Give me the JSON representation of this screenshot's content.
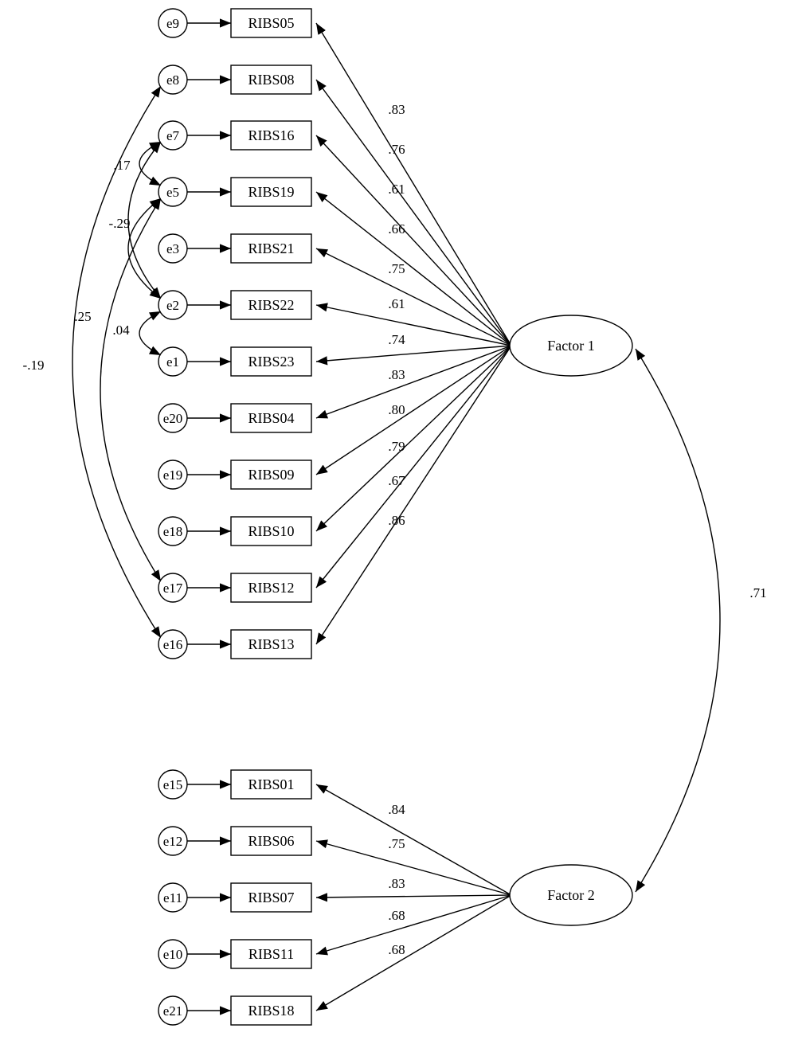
{
  "factors": [
    {
      "id": "f1",
      "label": "Factor 1"
    },
    {
      "id": "f2",
      "label": "Factor 2"
    }
  ],
  "indicators": [
    {
      "label": "RIBS05",
      "error": "e9",
      "loading": ".83",
      "factor": "f1"
    },
    {
      "label": "RIBS08",
      "error": "e8",
      "loading": ".76",
      "factor": "f1"
    },
    {
      "label": "RIBS16",
      "error": "e7",
      "loading": ".61",
      "factor": "f1"
    },
    {
      "label": "RIBS19",
      "error": "e5",
      "loading": ".66",
      "factor": "f1"
    },
    {
      "label": "RIBS21",
      "error": "e3",
      "loading": ".75",
      "factor": "f1"
    },
    {
      "label": "RIBS22",
      "error": "e2",
      "loading": ".61",
      "factor": "f1"
    },
    {
      "label": "RIBS23",
      "error": "e1",
      "loading": ".74",
      "factor": "f1"
    },
    {
      "label": "RIBS04",
      "error": "e20",
      "loading": ".83",
      "factor": "f1"
    },
    {
      "label": "RIBS09",
      "error": "e19",
      "loading": ".80",
      "factor": "f1"
    },
    {
      "label": "RIBS10",
      "error": "e18",
      "loading": ".79",
      "factor": "f1"
    },
    {
      "label": "RIBS12",
      "error": "e17",
      "loading": ".67",
      "factor": "f1"
    },
    {
      "label": "RIBS13",
      "error": "e16",
      "loading": ".86",
      "factor": "f1"
    },
    {
      "label": "RIBS01",
      "error": "e15",
      "loading": ".84",
      "factor": "f2"
    },
    {
      "label": "RIBS06",
      "error": "e12",
      "loading": ".75",
      "factor": "f2"
    },
    {
      "label": "RIBS07",
      "error": "e11",
      "loading": ".83",
      "factor": "f2"
    },
    {
      "label": "RIBS11",
      "error": "e10",
      "loading": ".68",
      "factor": "f2"
    },
    {
      "label": "RIBS18",
      "error": "e21",
      "loading": ".68",
      "factor": "f2"
    }
  ],
  "error_covariances": [
    {
      "from": "e7",
      "to": "e5",
      "value": ".17"
    },
    {
      "from": "e5",
      "to": "e2",
      "value": "-.29"
    },
    {
      "from": "e7",
      "to": "e2",
      "value": ""
    },
    {
      "from": "e2",
      "to": "e1",
      "value": ".04"
    },
    {
      "from": "e5",
      "to": "e17",
      "value": ".25"
    },
    {
      "from": "e8",
      "to": "e16",
      "value": "-.19"
    }
  ],
  "factor_covariance": {
    "from": "f1",
    "to": "f2",
    "value": ".71"
  }
}
